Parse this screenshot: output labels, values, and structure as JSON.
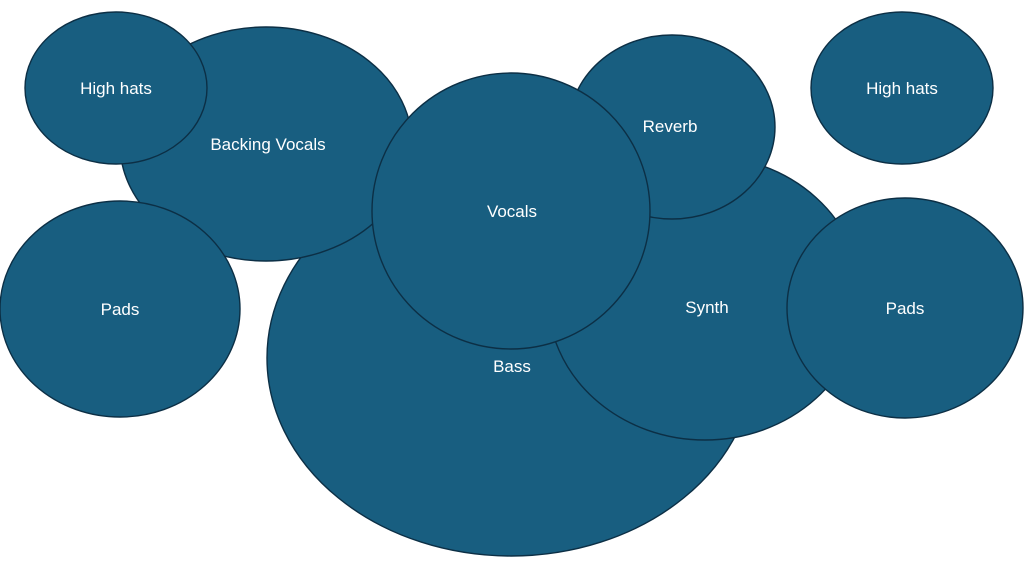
{
  "colors": {
    "bubble_fill": "#185e80",
    "bubble_outline": "#0c2f45",
    "label_text": "#ffffff",
    "background": "#ffffff"
  },
  "bubbles": [
    {
      "id": "bass",
      "label": "Bass"
    },
    {
      "id": "synth",
      "label": "Synth"
    },
    {
      "id": "backing-vocals",
      "label": "Backing Vocals"
    },
    {
      "id": "high-hats-left",
      "label": "High hats"
    },
    {
      "id": "pads-left",
      "label": "Pads"
    },
    {
      "id": "reverb",
      "label": "Reverb"
    },
    {
      "id": "vocals",
      "label": "Vocals"
    },
    {
      "id": "high-hats-right",
      "label": "High hats"
    },
    {
      "id": "pads-right",
      "label": "Pads"
    }
  ]
}
